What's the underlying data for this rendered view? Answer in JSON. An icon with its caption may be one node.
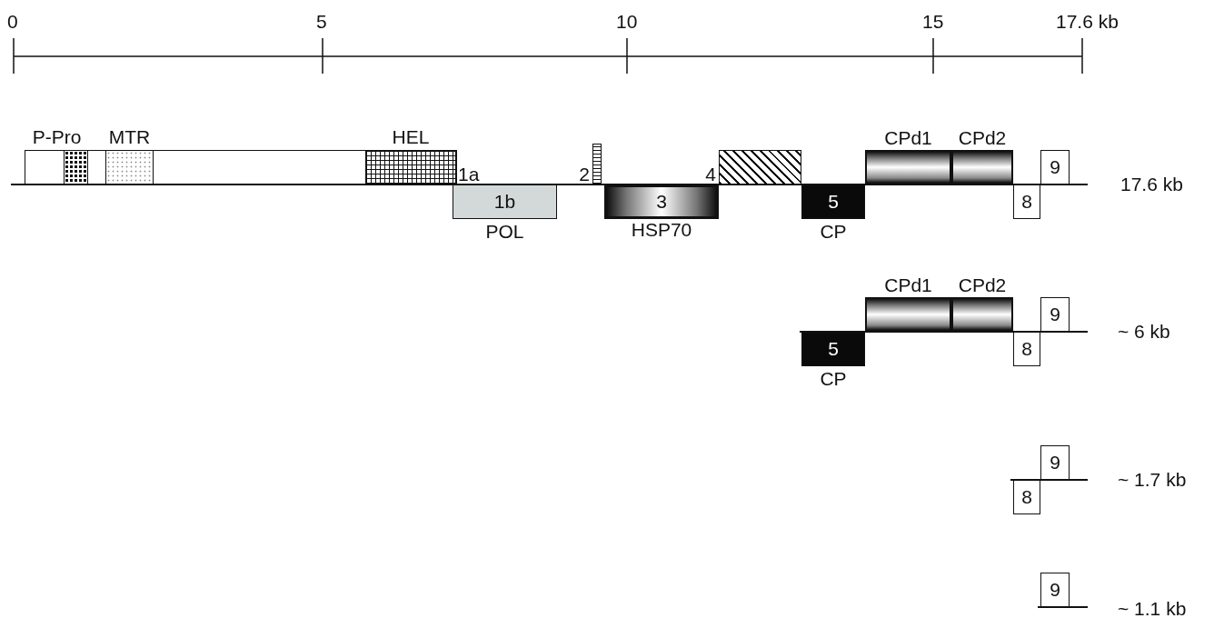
{
  "diagram": {
    "nodes": [
      {
        "text": [
          "1a"
        ]
      },
      {
        "text": [
          "P-Pro"
        ],
        "in": 0
      },
      {
        "text": [
          "MTR"
        ],
        "in": 0
      },
      {
        "text": [
          "HEL"
        ],
        "in": 0
      },
      {
        "text": [
          "1b",
          "POL"
        ]
      },
      {
        "text": [
          "2"
        ]
      },
      {
        "text": [
          "3",
          "HSP70"
        ]
      },
      {
        "text": [
          "4"
        ]
      },
      {
        "text": [
          "5",
          "CP"
        ]
      },
      {
        "text": [
          "CPd1"
        ]
      },
      {
        "text": [
          "CPd2"
        ]
      },
      {
        "text": [
          "8"
        ]
      },
      {
        "text": [
          "9"
        ]
      },
      {
        "text": [
          "5",
          "CP"
        ]
      },
      {
        "text": [
          "CPd1"
        ]
      },
      {
        "text": [
          "CPd2"
        ]
      },
      {
        "text": [
          "8"
        ]
      },
      {
        "text": [
          "9"
        ]
      },
      {
        "text": [
          "9"
        ]
      },
      {
        "text": [
          "8"
        ]
      },
      {
        "text": [
          "9"
        ]
      }
    ],
    "labels": [
      "0",
      "5",
      "10",
      "15",
      "17.6 kb",
      "17.6 kb",
      "~ 6 kb",
      "~ 1.7 kb",
      "~ 1.1 kb"
    ]
  }
}
